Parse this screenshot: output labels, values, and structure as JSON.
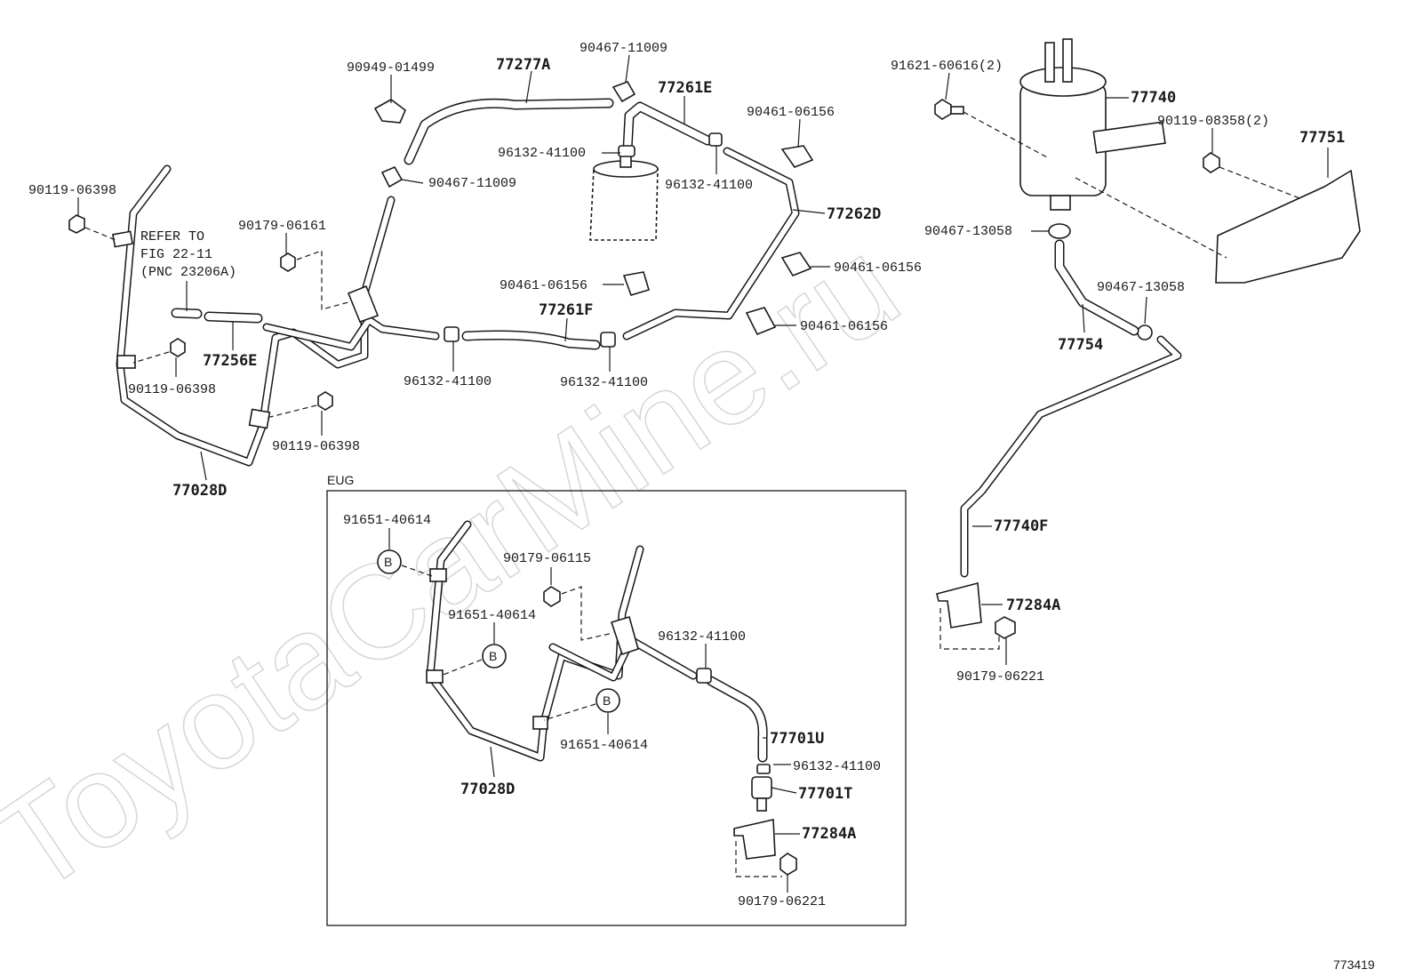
{
  "diagram": {
    "labels": {
      "p90949_01499": "90949-01499",
      "p77277A": "77277A",
      "p90467_11009_top": "90467-11009",
      "p77261E": "77261E",
      "p90461_06156_a": "90461-06156",
      "p90119_06398_a": "90119-06398",
      "p96132_41100_a": "96132-41100",
      "p90467_11009_b": "90467-11009",
      "p96132_41100_b": "96132-41100",
      "p90179_06161": "90179-06161",
      "p77262D": "77262D",
      "p90461_06156_b": "90461-06156",
      "p90461_06156_c": "90461-06156",
      "p77261F": "77261F",
      "p90461_06156_d": "90461-06156",
      "p77256E": "77256E",
      "p90119_06398_b": "90119-06398",
      "p96132_41100_c": "96132-41100",
      "p96132_41100_d": "96132-41100",
      "p90119_06398_c": "90119-06398",
      "p77028D": "77028D",
      "p91621_60616": "91621-60616(2)",
      "p77740": "77740",
      "p90119_08358": "90119-08358(2)",
      "p77751": "77751",
      "p90467_13058_a": "90467-13058",
      "p90467_13058_b": "90467-13058",
      "p77754": "77754",
      "p77740F": "77740F",
      "p77284A_a": "77284A",
      "p90179_06221_a": "90179-06221",
      "e91651_40614_a": "91651-40614",
      "e90179_06115": "90179-06115",
      "e91651_40614_b": "91651-40614",
      "e96132_41100": "96132-41100",
      "e91651_40614_c": "91651-40614",
      "e77701U": "77701U",
      "e96132_41100_b": "96132-41100",
      "e77028D": "77028D",
      "e77701T": "77701T",
      "e77284A": "77284A",
      "e90179_06221": "90179-06221"
    },
    "note_lines": [
      "REFER TO",
      "FIG 22-11",
      "(PNC 23206A)"
    ],
    "section_label": "EUG",
    "marker_letter": "B",
    "figure_number": "773419",
    "watermark": "ToyotaCarMine.ru"
  }
}
